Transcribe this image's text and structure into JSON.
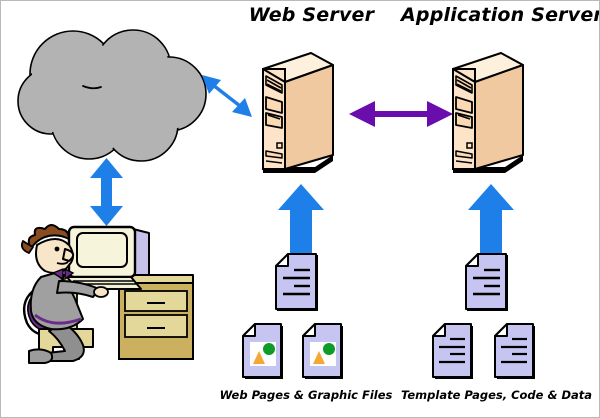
{
  "diagram": {
    "title_web_server": "Web Server",
    "title_application_server": "Application Server",
    "caption_web_files": "Web Pages & Graphic Files",
    "caption_app_files": "Template Pages, Code & Data"
  },
  "nodes": {
    "cloud": {
      "name": "cloud",
      "fill": "#b3b3b3",
      "stroke": "#000000"
    },
    "workstation": {
      "name": "user-at-computer",
      "desk_fill": "#cbb05f",
      "desk_top_fill": "#e3d79a",
      "monitor_fill": "#f7f4dc",
      "monitor_side_fill": "#c5c1e8",
      "person_suit_fill": "#a0a0a0",
      "person_skin_fill": "#f7e6c8",
      "person_hair_fill": "#8a4b1e",
      "person_accent_fill": "#6a2b8a"
    },
    "web_server": {
      "name": "web-server-tower",
      "front_fill": "#fde4c8",
      "side_fill": "#f0c9a0",
      "top_fill": "#fdf0dd",
      "stroke": "#000000"
    },
    "application_server": {
      "name": "application-server-tower",
      "front_fill": "#fde4c8",
      "side_fill": "#f0c9a0",
      "top_fill": "#fdf0dd",
      "stroke": "#000000"
    }
  },
  "documents": {
    "page_fill": "#c6c4f0",
    "page_stroke": "#000000",
    "fold_fill": "#ffffff",
    "line_color": "#000000",
    "image_area_fill": "#ffffff",
    "triangle_fill": "#f5a733",
    "circle_fill": "#0f9b28",
    "web_doc_single": "web-page-document",
    "web_graphic_left": "graphic-file-document-left",
    "web_graphic_right": "graphic-file-document-right",
    "app_doc_single": "template-page-document",
    "app_doc_left": "code-document-left",
    "app_doc_right": "data-document-right"
  },
  "arrows": {
    "blue": "#1f7fe8",
    "purple": "#6a0dad",
    "cloud_to_web_server": "cloud-to-web-server-arrow",
    "cloud_to_workstation": "cloud-to-workstation-arrow",
    "web_to_app_server": "web-server-to-application-server-arrow",
    "web_docs_up": "web-documents-to-server-arrow",
    "app_docs_up": "application-documents-to-server-arrow"
  }
}
